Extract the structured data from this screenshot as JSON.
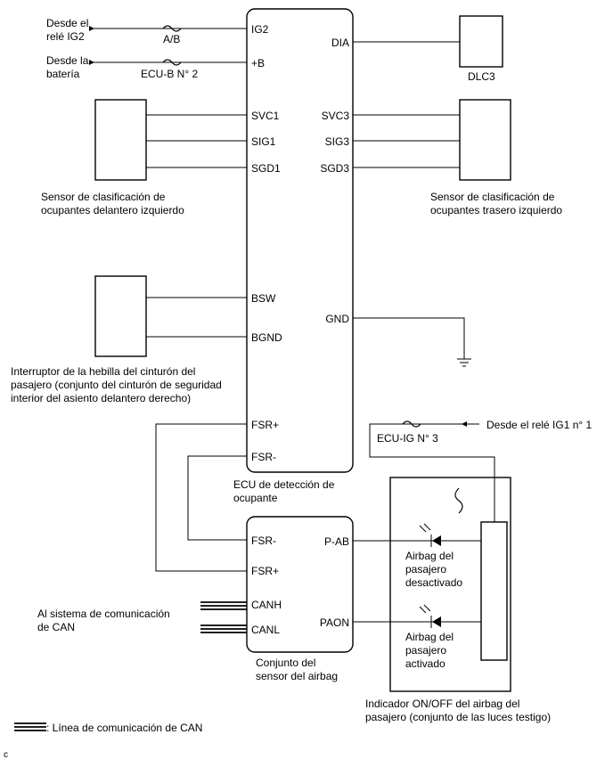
{
  "sources": {
    "ig2_relay": [
      "Desde el",
      "relé IG2"
    ],
    "battery": [
      "Desde la",
      "batería"
    ],
    "ig1_relay": "Desde el relé IG1 n° 1"
  },
  "fuses": {
    "ab": "A/B",
    "ecub2": "ECU-B N° 2",
    "ecuig3": "ECU-IG N° 3"
  },
  "ecu": {
    "caption": [
      "ECU de detección de",
      "ocupante"
    ],
    "pins": {
      "ig2": "IG2",
      "b": "+B",
      "svc1": "SVC1",
      "sig1": "SIG1",
      "sgd1": "SGD1",
      "bsw": "BSW",
      "bgnd": "BGND",
      "fsr_plus": "FSR+",
      "fsr_minus": "FSR-",
      "dia": "DIA",
      "svc3": "SVC3",
      "sig3": "SIG3",
      "sgd3": "SGD3",
      "gnd": "GND"
    }
  },
  "dlc3": "DLC3",
  "left_sensor": [
    "Sensor de clasificación de",
    "ocupantes delantero izquierdo"
  ],
  "rear_sensor": [
    "Sensor de clasificación de",
    "ocupantes trasero izquierdo"
  ],
  "buckle_switch": [
    "Interruptor de la hebilla del cinturón del",
    "pasajero (conjunto del cinturón de seguridad",
    "interior del asiento delantero derecho)"
  ],
  "airbag_sensor": {
    "caption": [
      "Conjunto del",
      "sensor del airbag"
    ],
    "pins": {
      "fsr_minus": "FSR-",
      "fsr_plus": "FSR+",
      "canh": "CANH",
      "canl": "CANL",
      "pab": "P-AB",
      "paon": "PAON"
    }
  },
  "can_target": [
    "Al sistema de comunicación",
    "de CAN"
  ],
  "indicator": {
    "caption": [
      "Indicador ON/OFF del airbag del",
      "pasajero (conjunto de las luces testigo)"
    ],
    "off_label": [
      "Airbag del",
      "pasajero",
      "desactivado"
    ],
    "on_label": [
      "Airbag del",
      "pasajero",
      "activado"
    ]
  },
  "legend": ": Línea de comunicación de CAN",
  "corner_mark": "c"
}
